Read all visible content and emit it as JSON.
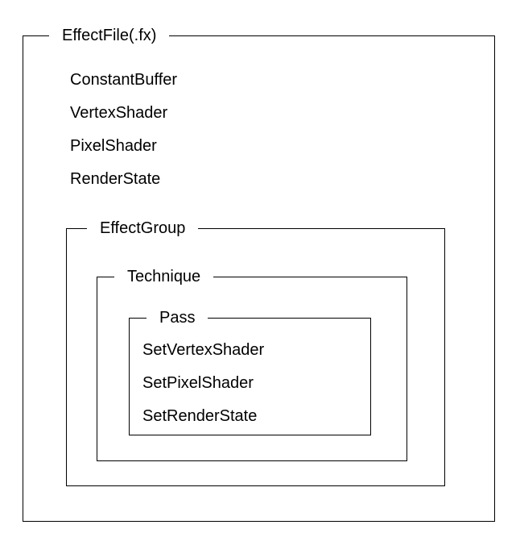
{
  "effect_file": {
    "title": "EffectFile(.fx)",
    "items": [
      "ConstantBuffer",
      "VertexShader",
      "PixelShader",
      "RenderState"
    ]
  },
  "effect_group": {
    "title": "EffectGroup"
  },
  "technique": {
    "title": "Technique"
  },
  "pass": {
    "title": "Pass",
    "items": [
      "SetVertexShader",
      "SetPixelShader",
      "SetRenderState"
    ]
  }
}
